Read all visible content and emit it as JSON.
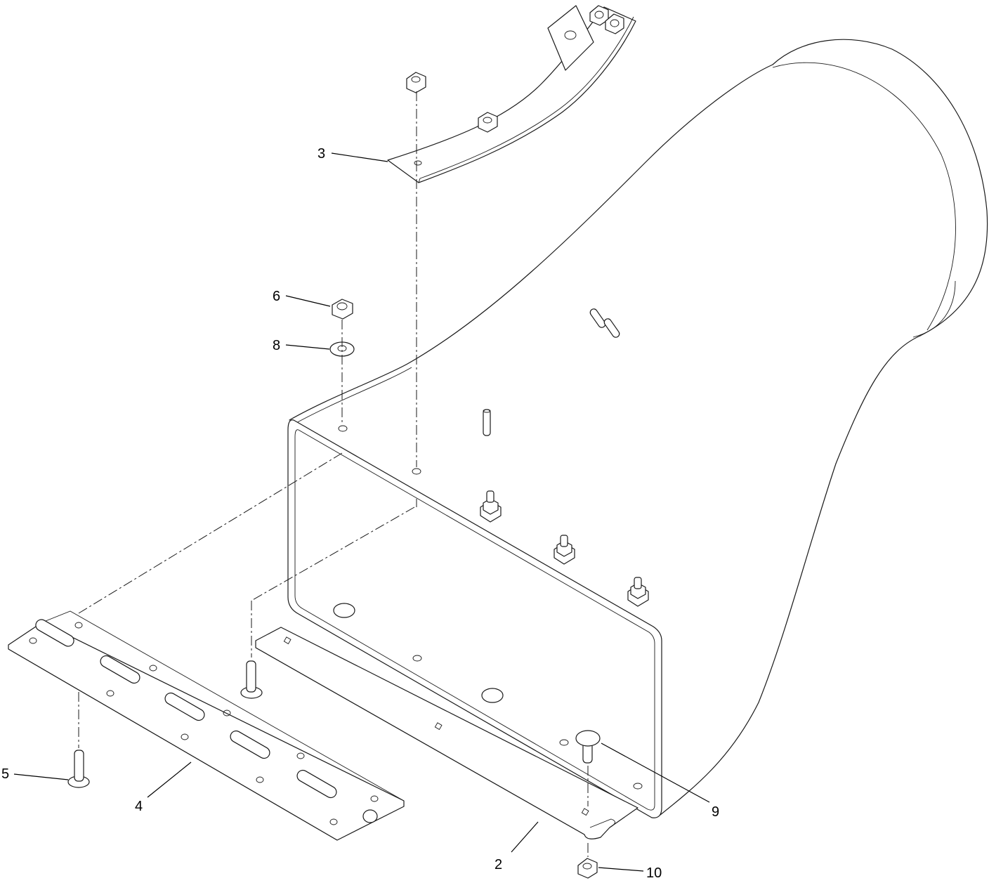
{
  "callouts": [
    {
      "id": "2",
      "label": "2"
    },
    {
      "id": "3",
      "label": "3"
    },
    {
      "id": "4",
      "label": "4"
    },
    {
      "id": "5",
      "label": "5"
    },
    {
      "id": "6",
      "label": "6"
    },
    {
      "id": "8",
      "label": "8"
    },
    {
      "id": "9",
      "label": "9"
    },
    {
      "id": "10",
      "label": "10"
    }
  ]
}
